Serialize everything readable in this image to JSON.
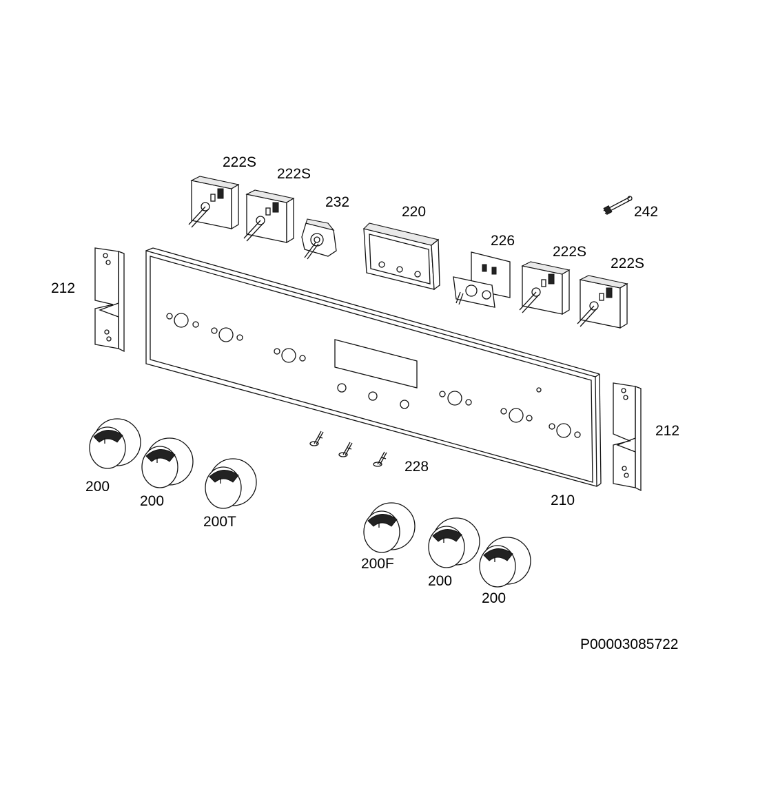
{
  "labels": {
    "p222S_a": "222S",
    "p222S_b": "222S",
    "p232": "232",
    "p220": "220",
    "p242": "242",
    "p226": "226",
    "p222S_c": "222S",
    "p222S_d": "222S",
    "p212_left": "212",
    "p212_right": "212",
    "p228": "228",
    "p210": "210",
    "p200_a": "200",
    "p200_b": "200",
    "p200T": "200T",
    "p200F": "200F",
    "p200_c": "200",
    "p200_d": "200"
  },
  "drawing_code": "P00003085722"
}
